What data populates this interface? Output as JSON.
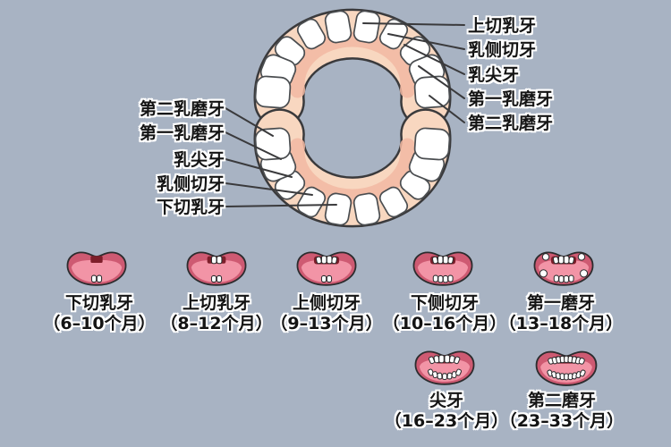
{
  "colors": {
    "background": "#a8b3c3",
    "gum": "#f8d7c0",
    "gum_shade": "#f2b9a2",
    "tooth": "#ffffff",
    "outline": "#3a3a3c",
    "ink": "#2c2c2e",
    "lip": "#ce5a72",
    "mouth_inner": "#f294a6",
    "cavity": "#7d1e2a",
    "text": "#141414",
    "text_outline": "#ffffff"
  },
  "upper_arch_labels": [
    "上切乳牙",
    "乳侧切牙",
    "乳尖牙",
    "第一乳磨牙",
    "第二乳磨牙"
  ],
  "lower_arch_labels": [
    "第二乳磨牙",
    "第一乳磨牙",
    "乳尖牙",
    "乳侧切牙",
    "下切乳牙"
  ],
  "stages": [
    {
      "name": "下切乳牙",
      "age": "（6–10个月）"
    },
    {
      "name": "上切乳牙",
      "age": "（8–12个月）"
    },
    {
      "name": "上侧切牙",
      "age": "（9–13个月）"
    },
    {
      "name": "下侧切牙",
      "age": "（10–16个月）"
    },
    {
      "name": "第一磨牙",
      "age": "（13–18个月）"
    },
    {
      "name": "尖牙",
      "age": "（16–23个月）"
    },
    {
      "name": "第二磨牙",
      "age": "（23–33个月）"
    }
  ]
}
